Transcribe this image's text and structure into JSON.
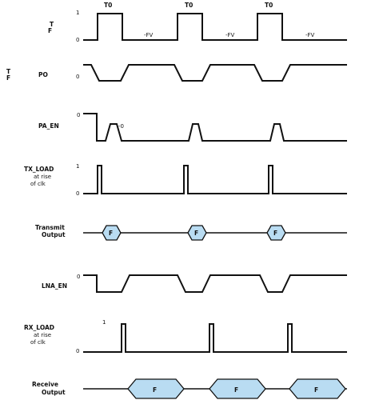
{
  "signals": [
    {
      "id": "T_F",
      "label": [
        "T",
        "F"
      ],
      "levels": {
        "high": "1",
        "low": "0"
      },
      "notes": [
        "T0",
        "T0",
        "T0",
        "-FV",
        "-FV",
        "-FV"
      ]
    },
    {
      "id": "T_PO",
      "label": [
        "T",
        "F",
        "PO"
      ],
      "levels": {
        "high": "",
        "low": "0"
      }
    },
    {
      "id": "PA_EN",
      "label": [
        "PA_EN"
      ],
      "levels": {
        "high": "0",
        "low": ""
      },
      "notes": [
        "-0"
      ]
    },
    {
      "id": "TX_LOAD",
      "label": [
        "TX_LOAD",
        "at rise",
        "of clk"
      ],
      "levels": {
        "high": "1",
        "low": "0"
      }
    },
    {
      "id": "TX_OUT",
      "label": [
        "Transmit",
        "Output"
      ],
      "bus": [
        "F",
        "F",
        "F"
      ]
    },
    {
      "id": "LNA_EN",
      "label": [
        "LNA_EN"
      ],
      "levels": {
        "high": "0",
        "low": ""
      }
    },
    {
      "id": "RX_LOAD",
      "label": [
        "RX_LOAD",
        "at rise",
        "of clk"
      ],
      "levels": {
        "high": "1",
        "low": "0"
      }
    },
    {
      "id": "RX_OUT",
      "label": [
        "Receive",
        "Output"
      ],
      "bus": [
        "F",
        "F",
        "F"
      ]
    }
  ]
}
